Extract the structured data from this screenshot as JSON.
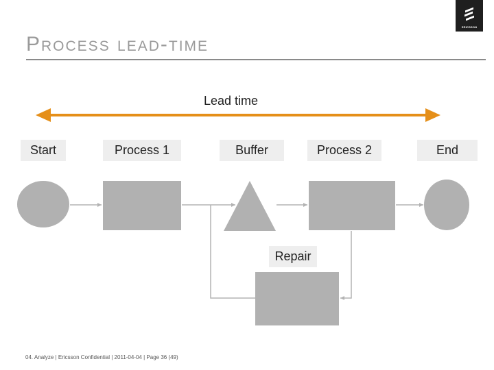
{
  "slide": {
    "title": "Process lead-time",
    "lead_time_label": "Lead time",
    "footer": "04. Analyze | Ericsson Confidential | 2011-04-04 | Page 36 (49)",
    "brand": "ERICSSON"
  },
  "stages": [
    {
      "id": "start",
      "label": "Start",
      "shape": "ellipse"
    },
    {
      "id": "process-1",
      "label": "Process 1",
      "shape": "rectangle"
    },
    {
      "id": "buffer",
      "label": "Buffer",
      "shape": "triangle"
    },
    {
      "id": "process-2",
      "label": "Process 2",
      "shape": "rectangle"
    },
    {
      "id": "end",
      "label": "End",
      "shape": "ellipse"
    }
  ],
  "repair": {
    "label": "Repair",
    "shape": "rectangle"
  },
  "colors": {
    "arrow_orange": "#e58f19",
    "shape_gray": "#b1b1b1",
    "line_gray": "#b3b3b3",
    "title_gray": "#9a9a9a"
  }
}
